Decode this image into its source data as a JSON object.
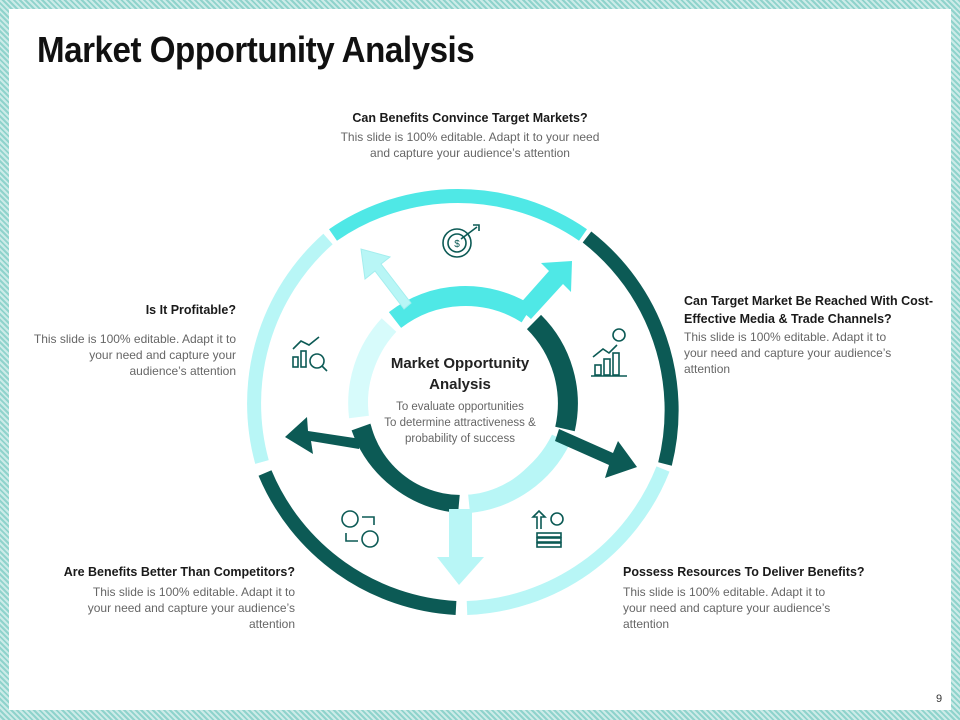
{
  "slide": {
    "title": "Market Opportunity Analysis",
    "page_number": "9"
  },
  "center": {
    "title": "Market Opportunity Analysis",
    "lines": [
      "To evaluate opportunities",
      "To determine attractiveness &",
      "probability of success"
    ]
  },
  "items": [
    {
      "heading": "Can Benefits Convince Target Markets?",
      "body": "This slide is 100% editable. Adapt it to your need and capture your audience’s attention",
      "icon": "target-dollar-icon"
    },
    {
      "heading": "Can Target Market Be Reached With Cost- Effective Media & Trade Channels?",
      "body": "This slide is 100% editable. Adapt it to your need and capture your audience’s attention",
      "icon": "growth-chart-icon"
    },
    {
      "heading": "Possess Resources To Deliver Benefits?",
      "body": "This slide is 100% editable. Adapt it to your need and capture your audience’s attention",
      "icon": "money-stack-icon"
    },
    {
      "heading": "Are Benefits Better Than Competitors?",
      "body": "This slide is 100% editable. Adapt it to your need and capture your audience’s attention",
      "icon": "competitor-exchange-icon"
    },
    {
      "heading": "Is It Profitable?",
      "body": "This slide is 100% editable. Adapt it to your need and capture your audience’s attention",
      "icon": "analytics-search-icon"
    }
  ],
  "colors": {
    "dark_teal": "#0c5a55",
    "cyan": "#4fe8e6",
    "light_cyan": "#b8f6f6",
    "pale_cyan": "#d7fbfb",
    "frame": "#8fd3cc"
  }
}
